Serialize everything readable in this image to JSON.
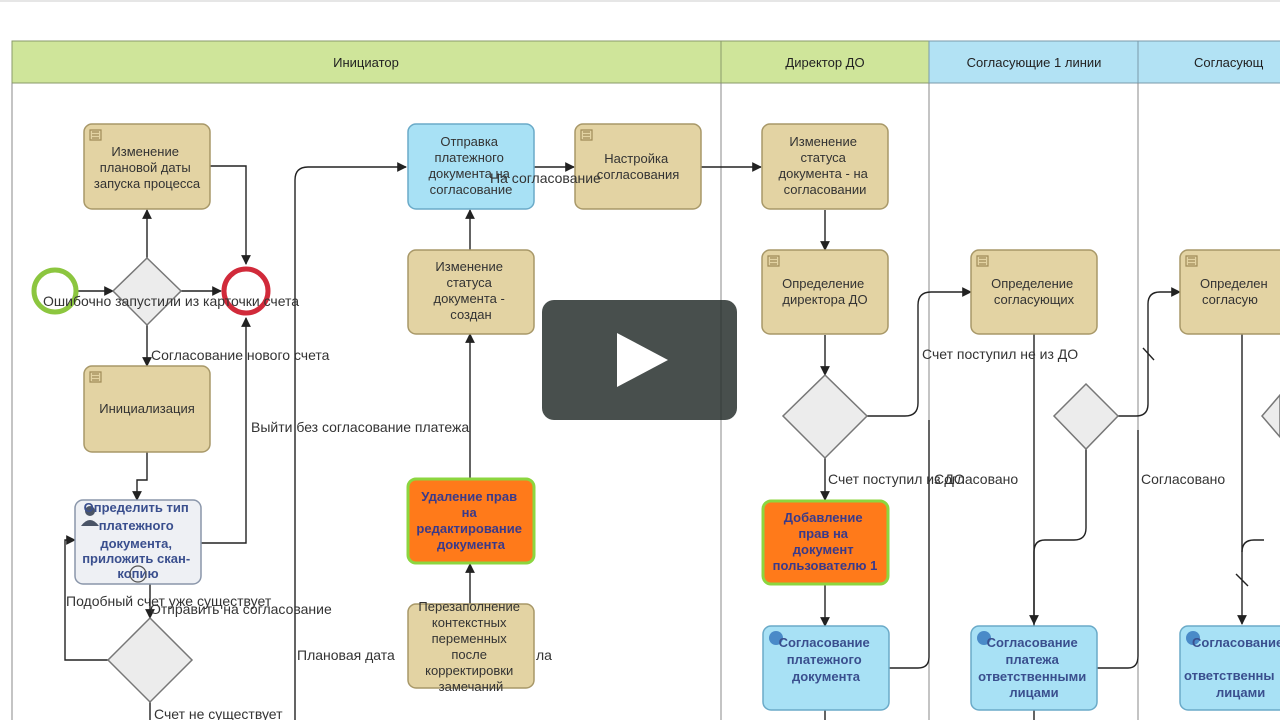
{
  "lanes": [
    {
      "title": "Инициатор"
    },
    {
      "title": "Директор ДО"
    },
    {
      "title": "Согласующие 1 линии"
    },
    {
      "title": "Согласующ"
    }
  ],
  "nodes": {
    "change_date": [
      "Изменение",
      "плановой даты",
      "запуска процесса"
    ],
    "send_doc": [
      "Отправка",
      "платежного",
      "документа на",
      "согласование"
    ],
    "settings": [
      "Настройка",
      "согласования"
    ],
    "status_approval": [
      "Изменение",
      "статуса",
      "документа - на",
      "согласовании"
    ],
    "status_created": [
      "Изменение",
      "статуса",
      "документа -",
      "создан"
    ],
    "define_director": [
      "Определение",
      "директора ДО"
    ],
    "define_approvers": [
      "Определение",
      "согласующих"
    ],
    "define_approvers_2": [
      "Определен",
      "согласую"
    ],
    "init": [
      "Инициализация"
    ],
    "define_type": [
      "Определить тип",
      "платежного",
      "документа,",
      "приложить скан-",
      "копию"
    ],
    "delete_rights": [
      "Удаление прав",
      "на",
      "редактирование",
      "документа"
    ],
    "add_rights": [
      "Добавление",
      "прав на",
      "документ",
      "пользователю 1"
    ],
    "refill": [
      "Перезаполнение",
      "контекстных",
      "переменных",
      "после",
      "корректировки",
      "замечаний"
    ],
    "approve_doc": [
      "Согласование",
      "платежного",
      "документа"
    ],
    "approve_resp": [
      "Согласование",
      "платежа",
      "ответственными",
      "лицами"
    ],
    "approve_resp_2": [
      "Согласование",
      "ответственны",
      "лицами"
    ]
  },
  "edge_labels": {
    "mistake": "Ошибочно запустили из карточки счета",
    "new_invoice": "Согласование нового счета",
    "exit_without": "Выйти без согласование платежа",
    "for_approval": "На согласование",
    "similar_exists": "Подобный счет уже существует",
    "send_for_approval": "Отправить на согласование",
    "planned_date": "Плановая дата",
    "planned_date_tail": "ла",
    "not_exists": "Счет не существует",
    "not_from_do": "Счет поступил не из ДО",
    "from_do": "Счет поступил из ДО",
    "agreed_1": "Согласовано",
    "agreed_2": "Согласовано"
  },
  "colors": {
    "lane_header_green": "#cfe59a",
    "lane_header_blue": "#b2e2f4",
    "task_tan": "#e3d3a3",
    "task_blue": "#a8e1f5",
    "task_orange": "#ff7a1a",
    "start_green": "#8cc63f",
    "end_red": "#d12a3a",
    "play_overlay": "#2f3836"
  }
}
